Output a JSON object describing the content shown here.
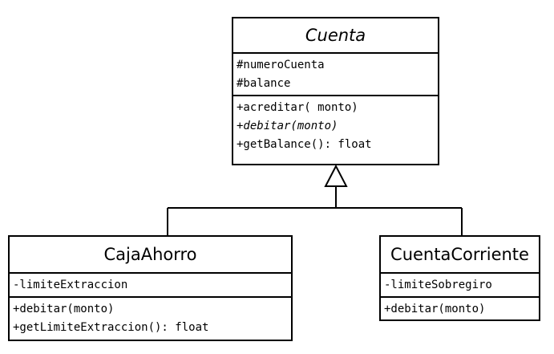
{
  "classes": {
    "cuenta": {
      "name": "Cuenta",
      "abstract": true,
      "attributes": [
        "#numeroCuenta",
        "#balance"
      ],
      "operations": [
        "+acreditar( monto)",
        "+debitar(monto)",
        "+getBalance(): float"
      ]
    },
    "caja_ahorro": {
      "name": "CajaAhorro",
      "abstract": false,
      "attributes": [
        "-limiteExtraccion"
      ],
      "operations": [
        "+debitar(monto)",
        "+getLimiteExtraccion(): float"
      ]
    },
    "cuenta_corriente": {
      "name": "CuentaCorriente",
      "abstract": false,
      "attributes": [
        "-limiteSobregiro"
      ],
      "operations": [
        "+debitar(monto)"
      ]
    }
  },
  "relationships": [
    {
      "type": "generalization",
      "from": "CajaAhorro",
      "to": "Cuenta"
    },
    {
      "type": "generalization",
      "from": "CuentaCorriente",
      "to": "Cuenta"
    }
  ]
}
